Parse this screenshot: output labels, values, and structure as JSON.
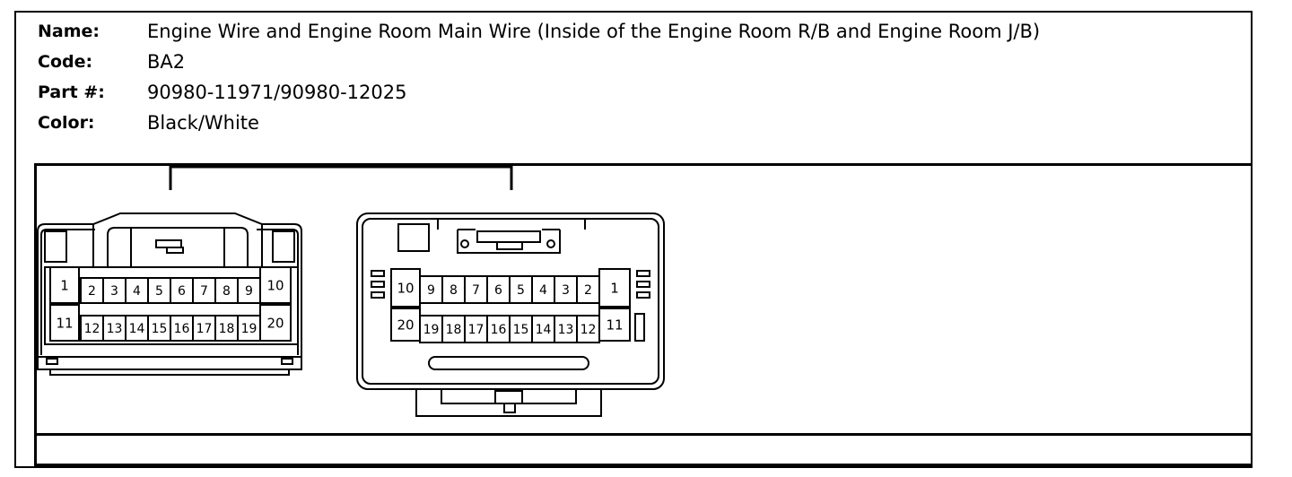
{
  "header": {
    "rows": [
      {
        "key": "Name:",
        "value": "Engine Wire and Engine Room Main Wire (Inside of the Engine Room R/B and Engine Room J/B)"
      },
      {
        "key": "Code:",
        "value": "BA2"
      },
      {
        "key": "Part #:",
        "value": "90980-11971/90980-12025"
      },
      {
        "key": "Color:",
        "value": "Black/White"
      }
    ]
  },
  "connectors": {
    "left": {
      "top_row": [
        "1",
        "2",
        "3",
        "4",
        "5",
        "6",
        "7",
        "8",
        "9",
        "10"
      ],
      "bottom_row": [
        "11",
        "12",
        "13",
        "14",
        "15",
        "16",
        "17",
        "18",
        "19",
        "20"
      ]
    },
    "right": {
      "top_row": [
        "10",
        "9",
        "8",
        "7",
        "6",
        "5",
        "4",
        "3",
        "2",
        "1"
      ],
      "bottom_row": [
        "20",
        "19",
        "18",
        "17",
        "16",
        "15",
        "14",
        "13",
        "12",
        "11"
      ]
    }
  }
}
